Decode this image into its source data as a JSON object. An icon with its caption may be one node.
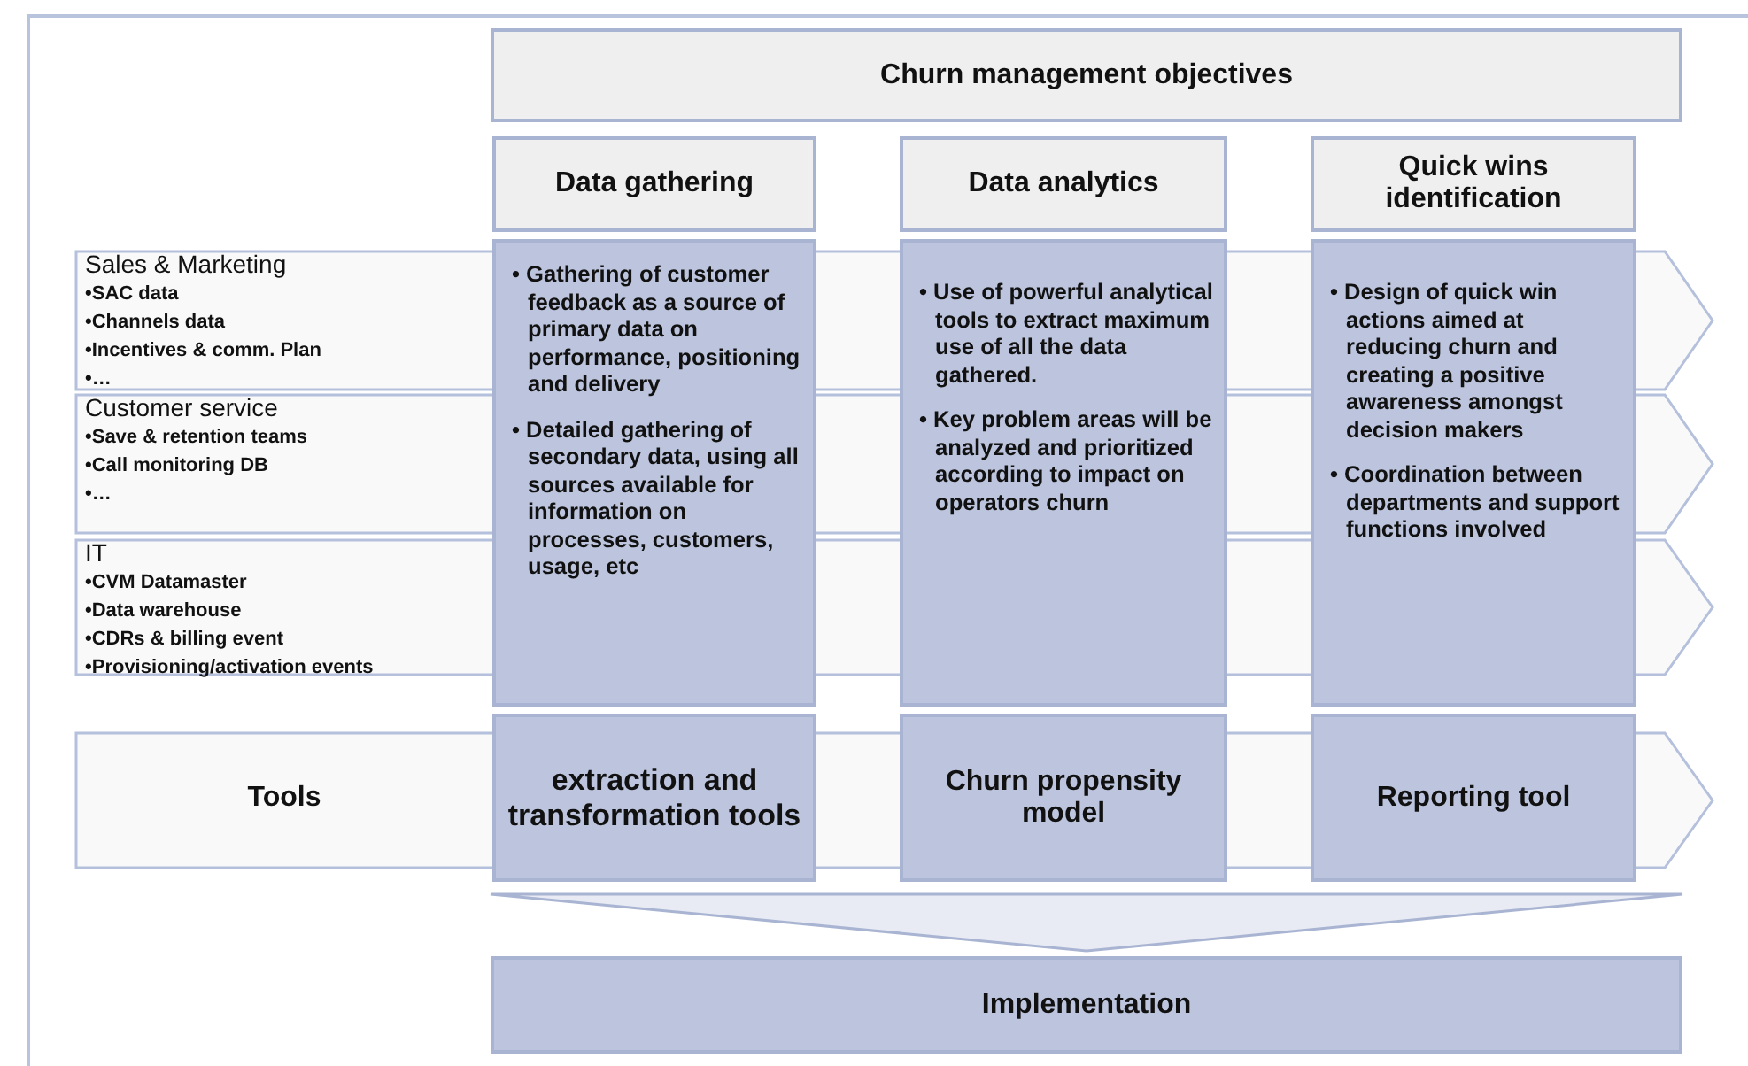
{
  "diagram": {
    "nodes": [
      {
        "text": [
          "Churn management objectives"
        ]
      },
      {
        "text": [
          "Data gathering"
        ]
      },
      {
        "text": [
          "Data analytics"
        ]
      },
      {
        "text": [
          "Quick wins identification"
        ]
      },
      {
        "text": [
          "Sales & Marketing",
          "•SAC data",
          "•Channels data",
          "•Incentives & comm. Plan",
          "•…"
        ]
      },
      {
        "text": [
          "Customer service",
          "•Save & retention teams",
          "•Call monitoring DB",
          "•…"
        ]
      },
      {
        "text": [
          "IT",
          "•CVM Datamaster",
          "•Data warehouse",
          "•CDRs & billing event",
          "•Provisioning/activation events"
        ]
      },
      {
        "text": [
          "• Gathering of customer feedback as a source of primary data on performance, positioning and delivery",
          "• Detailed gathering of secondary data, using all sources available for information on processes, customers, usage, etc"
        ]
      },
      {
        "text": [
          "• Use of powerful analytical tools to extract maximum use of all the data gathered.",
          "• Key problem areas will be analyzed and prioritized according to impact on operators churn"
        ]
      },
      {
        "text": [
          "• Design of quick win actions aimed at reducing churn and creating a positive awareness amongst decision makers",
          "• Coordination between departments and support functions involved"
        ]
      },
      {
        "text": [
          "Tools"
        ]
      },
      {
        "text": [
          "extraction and transformation tools"
        ]
      },
      {
        "text": [
          "Churn propensity model"
        ]
      },
      {
        "text": [
          "Reporting tool"
        ]
      },
      {
        "text": [
          "Implementation"
        ]
      }
    ],
    "edges": [
      {
        "from": null,
        "to": 14,
        "arrow": "to"
      }
    ]
  }
}
